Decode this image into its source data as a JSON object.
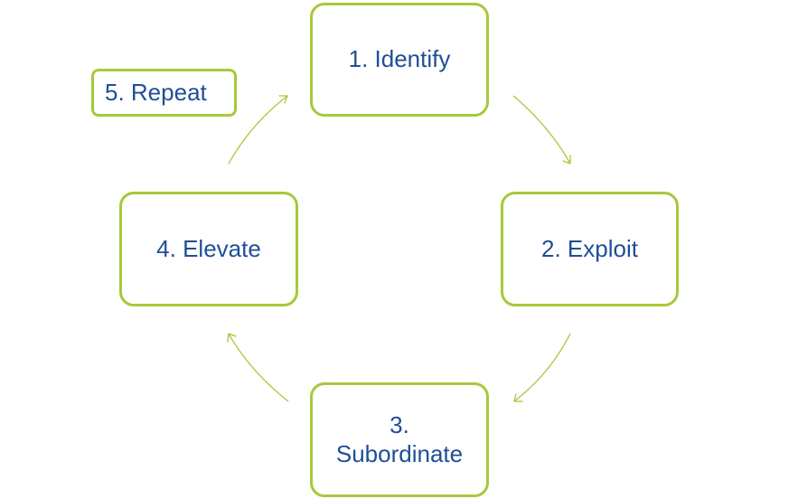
{
  "diagram": {
    "steps": [
      {
        "label": "1. Identify"
      },
      {
        "label": "2. Exploit"
      },
      {
        "label": "3.\nSubordinate"
      },
      {
        "label": "4. Elevate"
      },
      {
        "label": "5. Repeat"
      }
    ],
    "colors": {
      "border": "#a6c93a",
      "text": "#1f4e96",
      "arrow": "#a6c93a",
      "background": "#ffffff"
    }
  }
}
